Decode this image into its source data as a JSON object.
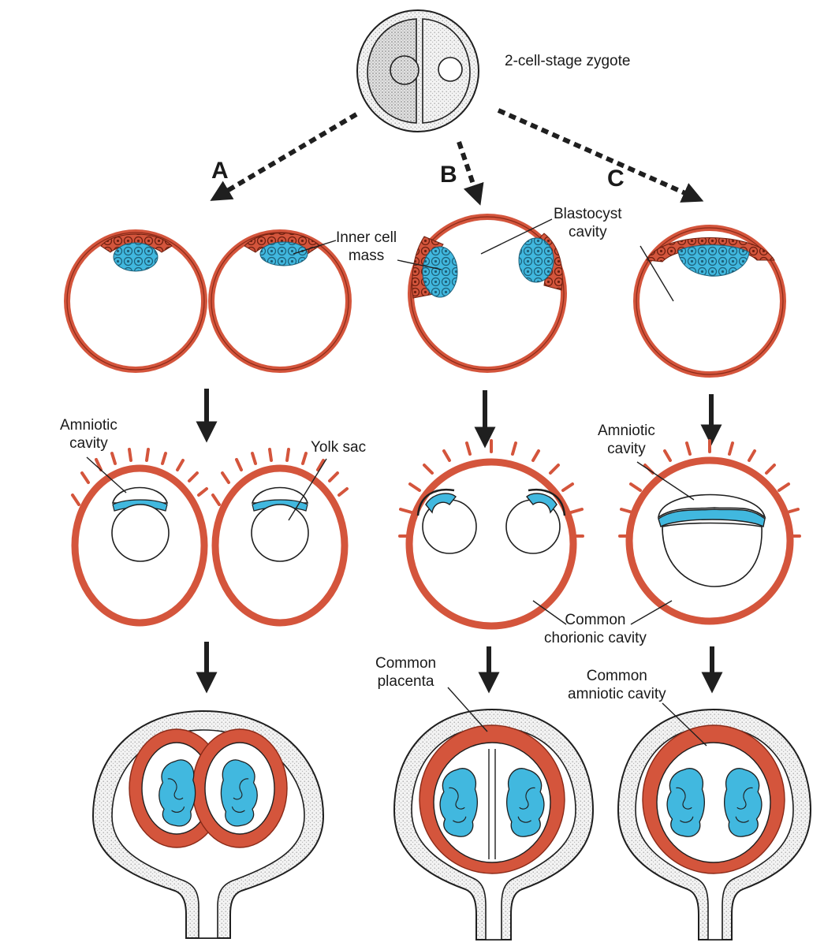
{
  "labels": {
    "zygote": "2-cell-stage zygote",
    "panel_a": "A",
    "panel_b": "B",
    "panel_c": "C",
    "inner_cell_mass": "Inner cell\nmass",
    "blastocyst_cavity": "Blastocyst\ncavity",
    "amniotic_cavity_a": "Amniotic\ncavity",
    "yolk_sac": "Yolk sac",
    "amniotic_cavity_c": "Amniotic\ncavity",
    "common_chorionic_cavity": "Common\nchorionic cavity",
    "common_placenta": "Common\nplacenta",
    "common_amniotic_cavity": "Common\namniotic cavity"
  },
  "colors": {
    "trophoblast": "#d4553c",
    "trophoblast_dark": "#8a2a18",
    "inner_cell_mass": "#41b8df",
    "outline": "#1f1f1f",
    "uterus_fill": "#eeeeee",
    "background": "#ffffff"
  }
}
